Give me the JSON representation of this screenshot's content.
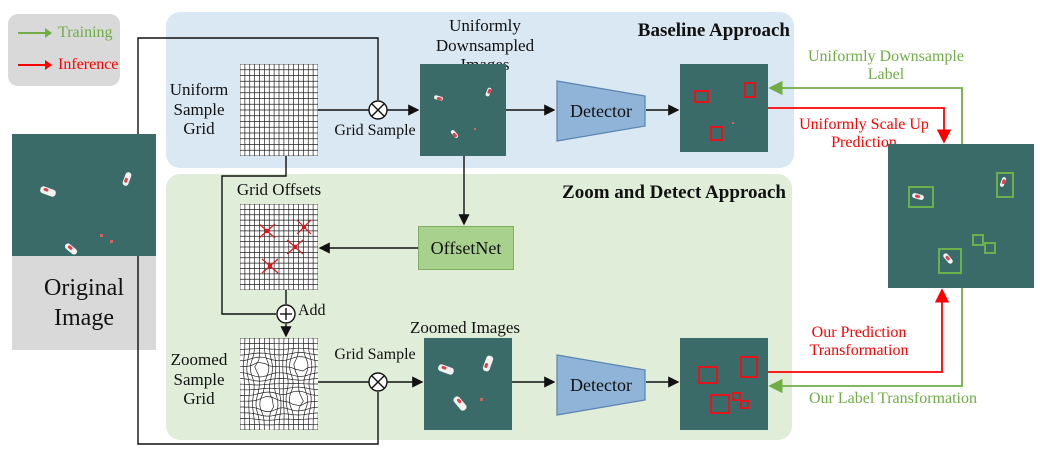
{
  "legend": {
    "training": "Training",
    "inference": "Inference",
    "training_color": "#70ad47",
    "inference_color": "#ff0000"
  },
  "panels": {
    "baseline_title": "Baseline Approach",
    "zoom_title": "Zoom and Detect Approach"
  },
  "nodes": {
    "original_image": "Original Image",
    "uniform_sample_grid": "Uniform Sample Grid",
    "uniform_downsampled_images": "Uniformly Downsampled Images",
    "grid_sample_top": "Grid Sample",
    "detector_top": "Detector",
    "grid_offsets": "Grid Offsets",
    "offsetnet": "OffsetNet",
    "add": "Add",
    "zoomed_images": "Zoomed Images",
    "zoomed_sample_grid": "Zoomed Sample Grid",
    "grid_sample_bottom": "Grid Sample",
    "detector_bottom": "Detector"
  },
  "edge_labels": {
    "uniform_downsample_label": "Uniformly Downsample Label",
    "uniform_scale_up": "Uniformly Scale Up Prediction",
    "our_prediction_transformation": "Our Prediction Transformation",
    "our_label_transformation": "Our Label Transformation"
  },
  "icons": [
    "multiply-icon",
    "plus-icon"
  ],
  "colors": {
    "baseline_panel": "#dae8f3",
    "zoom_panel": "#e0eed9",
    "detector": "#8fb4d8",
    "offsetnet": "#a9d18e",
    "sea": "#3b6b68"
  }
}
